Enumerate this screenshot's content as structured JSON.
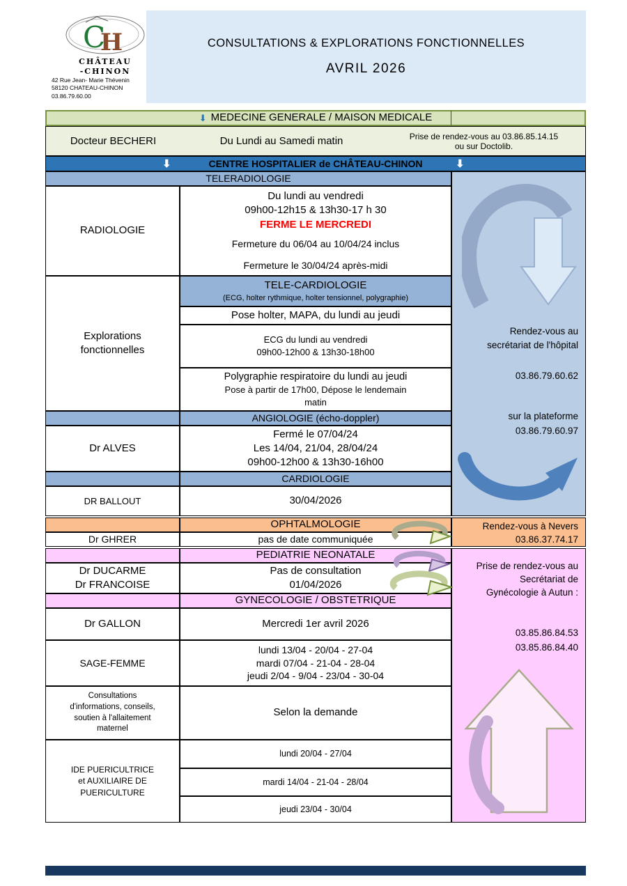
{
  "logo": {
    "letter_c": "C",
    "letter_h": "H",
    "name_line1": "CHÂTEAU",
    "name_line2": "-CHINON",
    "address1": "42 Rue Jean- Marie Thévenin",
    "address2": "58120 CHATEAU-CHINON",
    "phone": "03.86.79.60.00"
  },
  "header": {
    "title": "CONSULTATIONS & EXPLORATIONS FONCTIONNELLES",
    "month": "AVRIL 2026"
  },
  "icons": {
    "down_arrow": "⬇"
  },
  "medecine": {
    "banner": "MEDECINE GENERALE / MAISON MEDICALE",
    "doctor": "Docteur BECHERI",
    "schedule": "Du Lundi au Samedi matin",
    "rdv1": "Prise de rendez-vous au 03.86.85.14.15",
    "rdv2": "ou sur Doctolib."
  },
  "hopital": {
    "banner": "CENTRE HOSPITALIER de CHÂTEAU-CHINON"
  },
  "teleradiologie": {
    "banner": "TELERADIOLOGIE",
    "service": "RADIOLOGIE",
    "l1": "Du lundi au vendredi",
    "l2": "09h00-12h15 & 13h30-17 h 30",
    "l3": "FERME LE MERCREDI",
    "l4": "Fermeture du 06/04 au 10/04/24 inclus",
    "l5": "Fermeture le 30/04/24 après-midi"
  },
  "explorations": {
    "service1": "Explorations",
    "service2": "fonctionnelles",
    "banner": "TELE-CARDIOLOGIE",
    "banner_sub": "(ECG, holter rythmique, holter tensionnel, polygraphie)",
    "r1": "Pose holter, MAPA, du lundi au jeudi",
    "r2a": "ECG du lundi au vendredi",
    "r2b": "09h00-12h00 & 13h30-18h00",
    "r3a": "Polygraphie respiratoire du lundi au jeudi",
    "r3b": "Pose à partir de 17h00, Dépose le lendemain",
    "r3c": "matin"
  },
  "angiologie": {
    "banner": "ANGIOLOGIE (écho-doppler)",
    "doctor": "Dr ALVES",
    "l1": "Fermé le 07/04/24",
    "l2": "Les 14/04, 21/04, 28/04/24",
    "l3": "09h00-12h00 & 13h30-16h00"
  },
  "cardiologie": {
    "banner": "CARDIOLOGIE",
    "doctor": "DR BALLOUT",
    "date": "30/04/2026"
  },
  "hopital_panel": {
    "l1": "Rendez-vous au",
    "l2": "secrétariat de l'hôpital",
    "phone1": "03.86.79.60.62",
    "l3": "sur la plateforme",
    "phone2": "03.86.79.60.97"
  },
  "ophtalmologie": {
    "banner": "OPHTALMOLOGIE",
    "doctor": "Dr GHRER",
    "info": "pas de date communiquée",
    "panel1": "Rendez-vous à Nevers",
    "panel_phone": "03.86.37.74.17"
  },
  "pediatrie": {
    "banner": "PEDIATRIE NEONATALE",
    "doctor1": "Dr DUCARME",
    "doctor2": "Dr FRANCOISE",
    "info1": "Pas de consultation",
    "info2": "01/04/2026"
  },
  "gyneco": {
    "banner": "GYNECOLOGIE / OBSTETRIQUE",
    "gallon_doctor": "Dr GALLON",
    "gallon_date": "Mercredi 1er avril 2026",
    "sf_label": "SAGE-FEMME",
    "sf1": "lundi 13/04 - 20/04 - 27-04",
    "sf2": "mardi 07/04 - 21-04 - 28-04",
    "sf3": "jeudi 2/04 - 9/04 - 23/04 - 30-04",
    "allait1": "Consultations",
    "allait2": "d'informations, conseils,",
    "allait3": "soutien à l'allaitement",
    "allait4": "maternel",
    "allait_info": "Selon la demande",
    "ide1": "IDE  PUERICULTRICE",
    "ide2": "et AUXILIAIRE DE",
    "ide3": "PUERICULTURE",
    "ide_r1": "lundi 20/04 - 27/04",
    "ide_r2": "mardi 14/04 - 21-04 - 28/04",
    "ide_r3": "jeudi 23/04 - 30/04"
  },
  "gyneco_panel": {
    "l1": "Prise de rendez-vous au",
    "l2": "Secrétariat de",
    "l3": "Gynécologie à Autun :",
    "phone1": "03.85.86.84.53",
    "phone2": "03.85.86.84.40"
  },
  "colors": {
    "header_bg": "#dce9f6",
    "green_banner_bg": "#d7e4bc",
    "green_row_bg": "#ebf1de",
    "hospital_banner_bg": "#2e75b6",
    "section_banner_bg": "#95b3d7",
    "side_panel_bg": "#b9cde5",
    "ophtalmo_bg": "#fbbf8f",
    "pink_bg": "#ffccff",
    "closed_text": "#ff0000",
    "bottom_bar_bg": "#17375e"
  }
}
